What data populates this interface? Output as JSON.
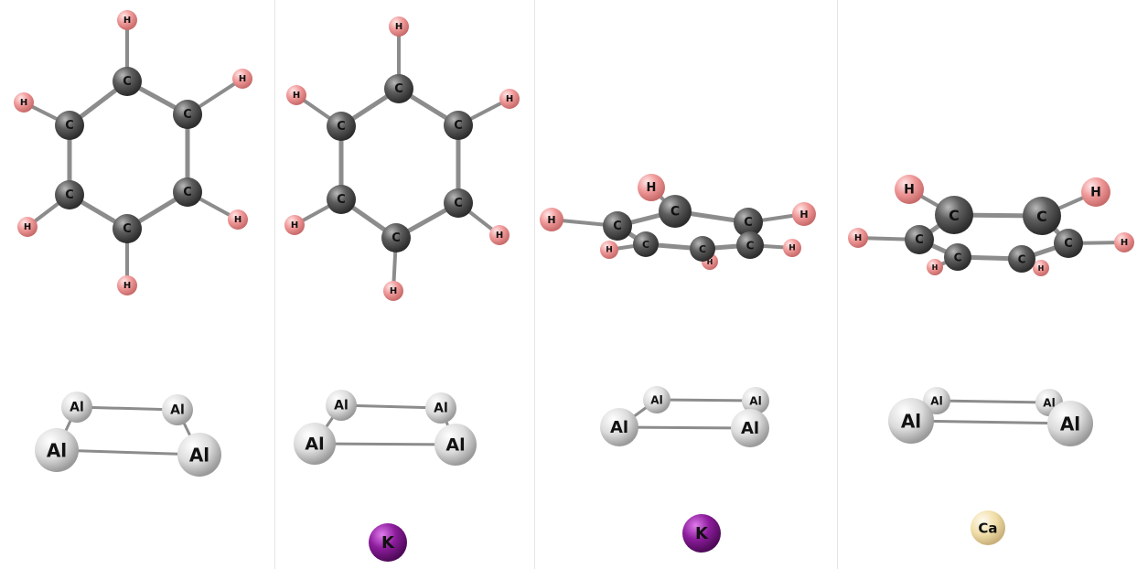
{
  "labels": {
    "carbon": "C",
    "hydrogen": "H",
    "aluminum": "Al",
    "potassium": "K",
    "calcium": "Ca"
  },
  "panels": [
    {
      "id": "panel-1",
      "molecule": "C6H6",
      "cluster": "Al4",
      "counter_ion": null
    },
    {
      "id": "panel-2",
      "molecule": "C6H6",
      "cluster": "Al4",
      "counter_ion": "K"
    },
    {
      "id": "panel-3",
      "molecule": "C6H6",
      "cluster": "Al4",
      "counter_ion": "K"
    },
    {
      "id": "panel-4",
      "molecule": "C6H6",
      "cluster": "Al4",
      "counter_ion": "Ca"
    }
  ],
  "colors": {
    "carbon": "#5a5a5a",
    "hydrogen": "#f2a3a3",
    "aluminum": "#d8d8d8",
    "potassium": "#8a1a9a",
    "calcium": "#f3e2b0",
    "bond": "#8c8c8c"
  }
}
